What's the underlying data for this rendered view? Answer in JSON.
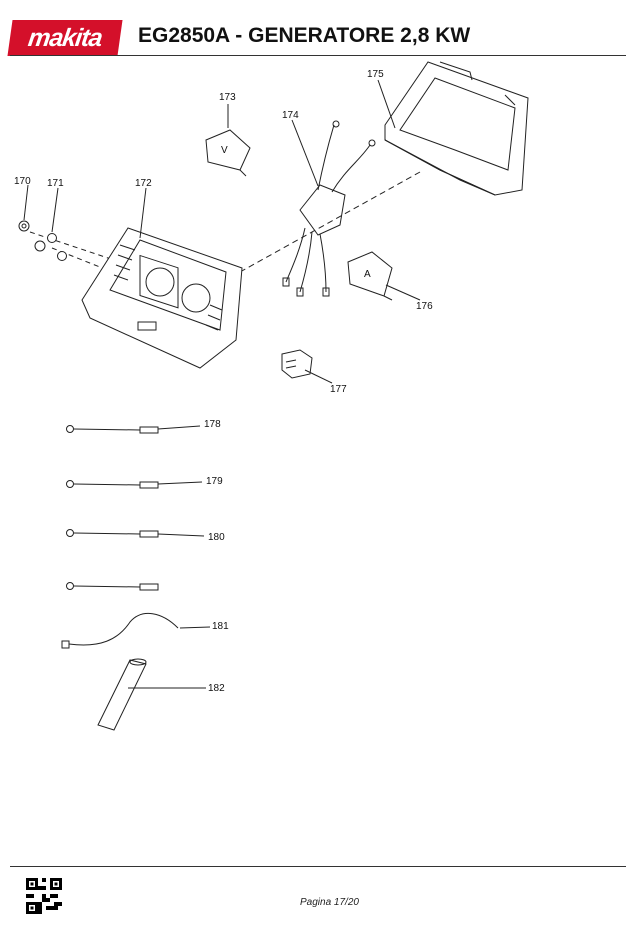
{
  "header": {
    "brand": "makita",
    "title": "EG2850A - GENERATORE 2,8 KW"
  },
  "parts": [
    {
      "id": "p170",
      "number": "170"
    },
    {
      "id": "p171",
      "number": "171"
    },
    {
      "id": "p172",
      "number": "172"
    },
    {
      "id": "p173",
      "number": "173"
    },
    {
      "id": "p174",
      "number": "174"
    },
    {
      "id": "p175",
      "number": "175"
    },
    {
      "id": "p176",
      "number": "176"
    },
    {
      "id": "p177",
      "number": "177"
    },
    {
      "id": "p178",
      "number": "178"
    },
    {
      "id": "p179",
      "number": "179"
    },
    {
      "id": "p180",
      "number": "180"
    },
    {
      "id": "p181",
      "number": "181"
    },
    {
      "id": "p182",
      "number": "182"
    }
  ],
  "meter_labels": {
    "voltmeter": "V",
    "ammeter": "A"
  },
  "footer": {
    "page": "Pagina 17/20"
  }
}
